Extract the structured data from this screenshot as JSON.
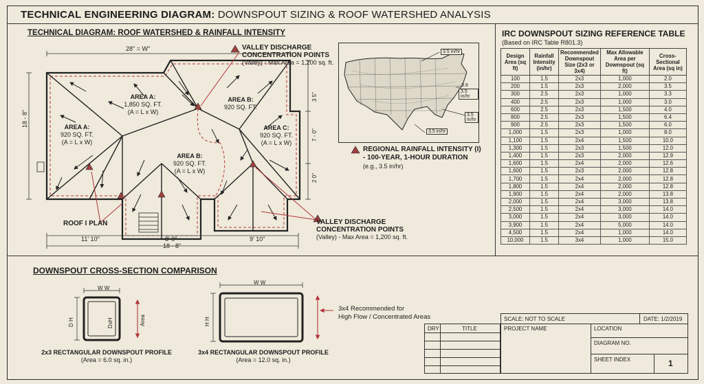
{
  "header": {
    "title_bold": "TECHNICAL ENGINEERING DIAGRAM:",
    "title_rest": " DOWNSPOUT SIZING & ROOF WATERSHED ANALYSIS"
  },
  "watershed": {
    "section_title": "TECHNICAL DIAGRAM: ROOF WATERSHED & RAINFALL INTENSITY",
    "dim_top": "28\" = W\"",
    "dim_left": "18 - 8\"",
    "dim_right_1": "3 5\"",
    "dim_right_2": "7 - 0\"",
    "dim_right_3": "2 0\"",
    "dim_bottom_left": "11' 10\"",
    "dim_bottom_mid": "8' 0\"",
    "dim_bottom_right": "9' 10\"",
    "dim_bottom_total": "18 - 8\"",
    "area_a_top": {
      "name": "AREA A:",
      "size": "1,850 SQ. FT.",
      "formula": "(A = L x W)"
    },
    "area_b_top": {
      "name": "AREA B:",
      "size": "920 SQ. FT."
    },
    "area_a_left": {
      "name": "AREA A:",
      "size": "920 SQ. FT.",
      "formula": "(A = L x W)"
    },
    "area_c": {
      "name": "AREA C:",
      "size": "920 SQ. FT.",
      "formula": "(A = L x W)"
    },
    "area_b_mid": {
      "name": "AREA B:",
      "size": "920 SQ. FT.",
      "formula": "(A = L x W)"
    },
    "valley_top": {
      "title_1": "VALLEY DISCHARGE",
      "title_2": "CONCENTRATION POINTS",
      "sub": "(Valley) - Max Area = 1,200 sq. ft."
    },
    "valley_bottom": {
      "title_1": "VALLEY DISCHARGE",
      "title_2": "CONCENTRATION POINTS",
      "sub": "(Valley) - Max Area = 1,200 sq. ft."
    },
    "roof_plan_label": "ROOF I PLAN"
  },
  "map": {
    "labels": [
      "3.5 in/hr",
      "3.8",
      "3.5 in/hr",
      "3.5 in/hr",
      "3.5 in/hr"
    ],
    "caption_1": "REGIONAL RAINFALL INTENSITY (I)",
    "caption_2": "- 100-YEAR, 1-HOUR DURATION",
    "caption_3": "(e.g., 3.5 in/hr)"
  },
  "table": {
    "title": "IRC DOWNSPOUT SIZING REFERENCE TABLE",
    "subtitle": "(Based on IRC Table R801.3)",
    "headers": [
      "Design Area (sq ft)",
      "Rainfall Intensity (in/hr)",
      "Recommended Downspout Size (2x3 or 3x4)",
      "Max Allowable Area per Downspout (sq ft)",
      "Cross-Sectional Area (sq in)"
    ],
    "rows": [
      [
        "100",
        "1.5",
        "2x3",
        "1,000",
        "2.0"
      ],
      [
        "200",
        "1.5",
        "2x3",
        "2,000",
        "3.5"
      ],
      [
        "300",
        "2.5",
        "2x3",
        "1,000",
        "3.3"
      ],
      [
        "400",
        "2.5",
        "2x3",
        "1,000",
        "3.0"
      ],
      [
        "600",
        "2.5",
        "2x3",
        "1,500",
        "4.0"
      ],
      [
        "800",
        "2.5",
        "2x3",
        "1,500",
        "6.4"
      ],
      [
        "900",
        "2.5",
        "2x3",
        "1,500",
        "6.0"
      ],
      [
        "1,000",
        "1.5",
        "2x3",
        "1,000",
        "8.0"
      ],
      [
        "1,100",
        "1.5",
        "2x4",
        "1,500",
        "10.0"
      ],
      [
        "1,300",
        "1.5",
        "2x3",
        "1,500",
        "12.0"
      ],
      [
        "1,400",
        "1.5",
        "2x3",
        "2,000",
        "12.9"
      ],
      [
        "1,600",
        "1.5",
        "2x4",
        "2,000",
        "12.6"
      ],
      [
        "1,600",
        "1.5",
        "2x3",
        "2,000",
        "12.8"
      ],
      [
        "1,700",
        "1.5",
        "2x4",
        "2,000",
        "12.8"
      ],
      [
        "1,800",
        "1.5",
        "2x4",
        "2,000",
        "12.8"
      ],
      [
        "1,900",
        "1.5",
        "2x4",
        "2,000",
        "13.8"
      ],
      [
        "2,000",
        "1.5",
        "2x4",
        "3,000",
        "13.8"
      ],
      [
        "2,500",
        "1.5",
        "2x4",
        "3,000",
        "14.0"
      ],
      [
        "3,000",
        "1.5",
        "2x4",
        "3,000",
        "14.0"
      ],
      [
        "3,900",
        "1.5",
        "2x4",
        "5,000",
        "14.0"
      ],
      [
        "4,500",
        "1.5",
        "2x4",
        "1,000",
        "14.0"
      ],
      [
        "10,000",
        "1.5",
        "3x4",
        "1,000",
        "15.0"
      ]
    ]
  },
  "cross_section": {
    "section_title": "DOWNSPOUT CROSS-SECTION COMPARISON",
    "small_ww": "W W",
    "small_dh": "D H",
    "small_dxh": "DxH",
    "small_area": "Area",
    "big_ww": "W W",
    "big_hh": "H H",
    "small_caption": "2x3 RECTANGULAR DOWNSPOUT PROFILE",
    "small_sub": "(Area = 6.0 sq. in.)",
    "big_caption": "3x4 RECTANGULAR DOWNSPOUT PROFILE",
    "big_sub": "(Area = 12.0 sq. in.)",
    "note_1": "3x4 Recommended for",
    "note_2": "High Flow / Concentrated Areas"
  },
  "title_block": {
    "scale": "SCALE: NOT TO SCALE",
    "date": "DATE: 1/2/2019",
    "dry": "DRY",
    "title": "TITLE",
    "project_name": "PROJECT NAME",
    "location": "LOCATION",
    "diagram_no": "DIAGRAM NO.",
    "sheet_index": "SHEET INDEX",
    "sheet_number": "1"
  },
  "colors": {
    "ink": "#1d1d1d",
    "accent_red": "#b3333a",
    "paper": "#efeadb"
  }
}
